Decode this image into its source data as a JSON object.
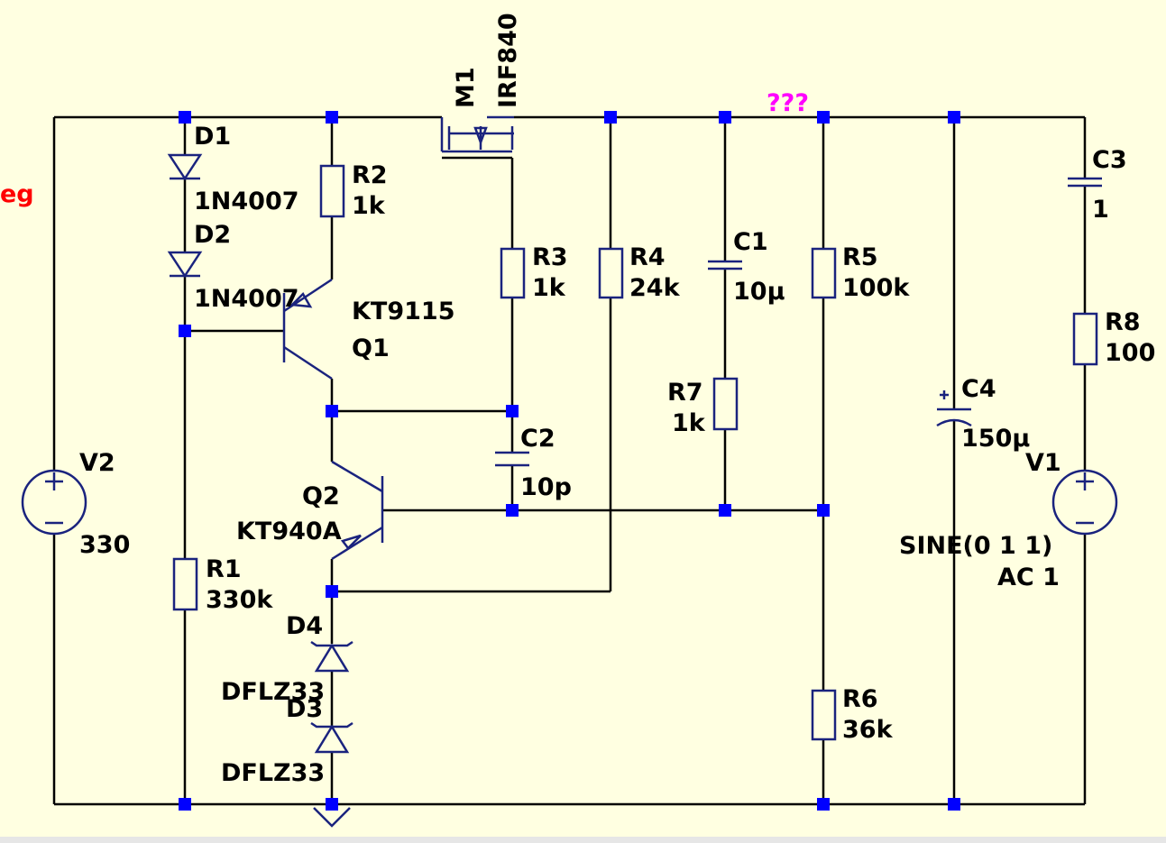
{
  "colors": {
    "background": "#FFFFE1",
    "wire": "#000000",
    "component": "#1A237E",
    "junction": "#0000FF",
    "flag": "#FF00FF",
    "partial_label": "#FF0000"
  },
  "partial_label": "eg",
  "net_label": "???",
  "components": {
    "D1": {
      "ref": "D1",
      "value": "1N4007"
    },
    "D2": {
      "ref": "D2",
      "value": "1N4007"
    },
    "R2": {
      "ref": "R2",
      "value": "1k"
    },
    "M1": {
      "ref": "M1",
      "value": "IRF840"
    },
    "Q1": {
      "ref": "Q1",
      "value": "KT9115"
    },
    "R3": {
      "ref": "R3",
      "value": "1k"
    },
    "R4": {
      "ref": "R4",
      "value": "24k"
    },
    "C1": {
      "ref": "C1",
      "value": "10µ"
    },
    "R5": {
      "ref": "R5",
      "value": "100k"
    },
    "C3": {
      "ref": "C3",
      "value": "1"
    },
    "R8": {
      "ref": "R8",
      "value": "100"
    },
    "R7": {
      "ref": "R7",
      "value": "1k"
    },
    "C4": {
      "ref": "C4",
      "value": "150µ"
    },
    "C2": {
      "ref": "C2",
      "value": "10p"
    },
    "V2": {
      "ref": "V2",
      "value": "330"
    },
    "V1": {
      "ref": "V1",
      "value": "SINE(0 1 1)",
      "ac": "AC 1"
    },
    "Q2": {
      "ref": "Q2",
      "value": "KT940A"
    },
    "R1": {
      "ref": "R1",
      "value": "330k"
    },
    "D4": {
      "ref": "D4",
      "value": "DFLZ33"
    },
    "D3": {
      "ref": "D3",
      "value": "DFLZ33"
    },
    "R6": {
      "ref": "R6",
      "value": "36k"
    }
  }
}
